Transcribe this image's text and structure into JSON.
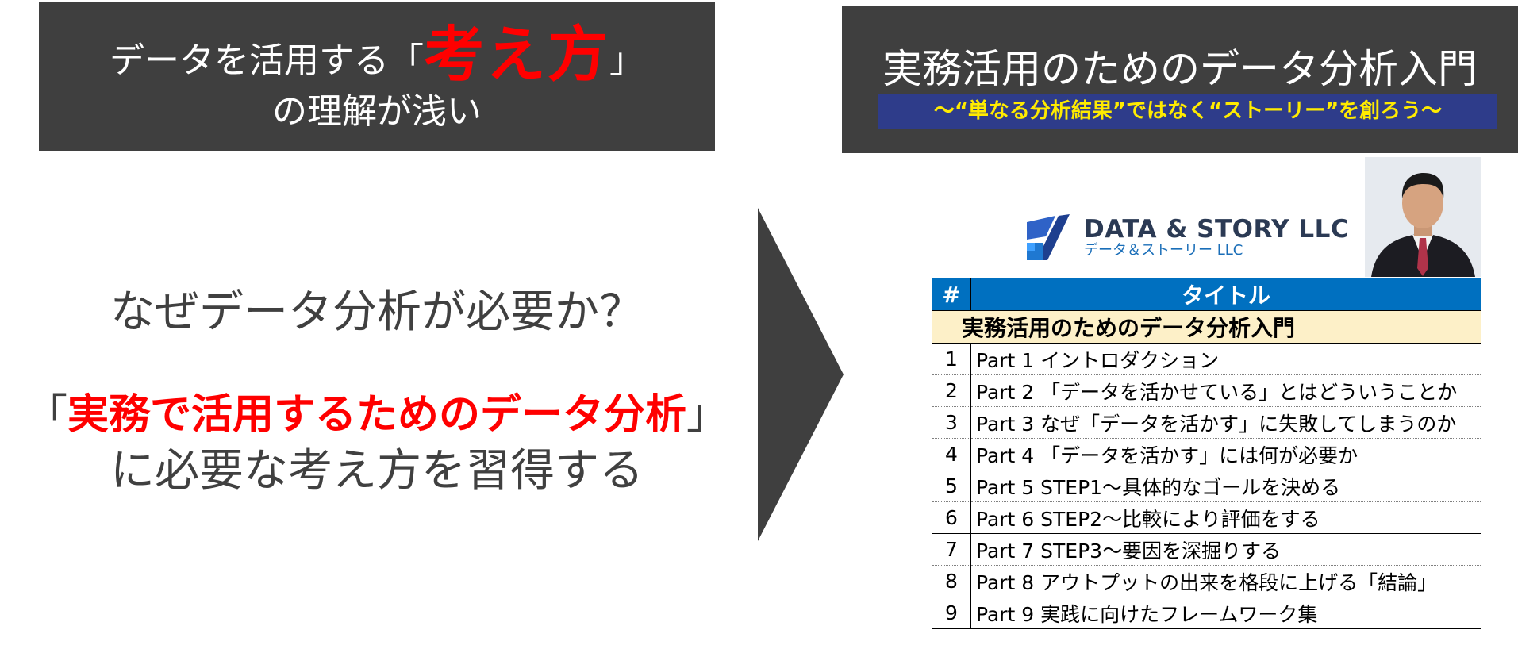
{
  "left_header": {
    "line1_before": "データを活用する「",
    "line1_emphasis": "考え方",
    "line1_after": "」",
    "line2": "の理解が浅い"
  },
  "right_header": {
    "title": "実務活用のためのデータ分析入門",
    "subtitle": "～“単なる分析結果”ではなく“ストーリー”を創ろう～"
  },
  "middle": {
    "question": "なぜデータ分析が必要か？",
    "goal_open": "「",
    "goal_emphasis": "実務で活用するためのデータ分析",
    "goal_close": "」",
    "goal_line2": "に必要な考え方を習得する"
  },
  "logo": {
    "name_en": "DATA & STORY LLC",
    "name_ja": "データ＆ストーリー LLC"
  },
  "table": {
    "headers": [
      "#",
      "タイトル"
    ],
    "course_title": "実務活用のためのデータ分析入門",
    "rows": [
      {
        "num": "1",
        "title": "Part 1  イントロダクション"
      },
      {
        "num": "2",
        "title": "Part 2 「データを活かせている」とはどういうことか"
      },
      {
        "num": "3",
        "title": "Part 3  なぜ「データを活かす」に失敗してしまうのか"
      },
      {
        "num": "4",
        "title": "Part 4 「データを活かす」には何が必要か"
      },
      {
        "num": "5",
        "title": "Part 5  STEP1～具体的なゴールを決める"
      },
      {
        "num": "6",
        "title": "Part 6  STEP2～比較により評価をする"
      },
      {
        "num": "7",
        "title": "Part 7  STEP3～要因を深掘りする"
      },
      {
        "num": "8",
        "title": "Part 8  アウトプットの出来を格段に上げる「結論」"
      },
      {
        "num": "9",
        "title": "Part 9  実践に向けたフレームワーク集"
      }
    ]
  },
  "colors": {
    "dark_box": "#3f3f3f",
    "emphasis_red": "#ff0000",
    "subtitle_bar": "#2e3c8a",
    "subtitle_text": "#ffeb00",
    "table_header": "#0070c0",
    "course_row": "#fdf0c8"
  }
}
